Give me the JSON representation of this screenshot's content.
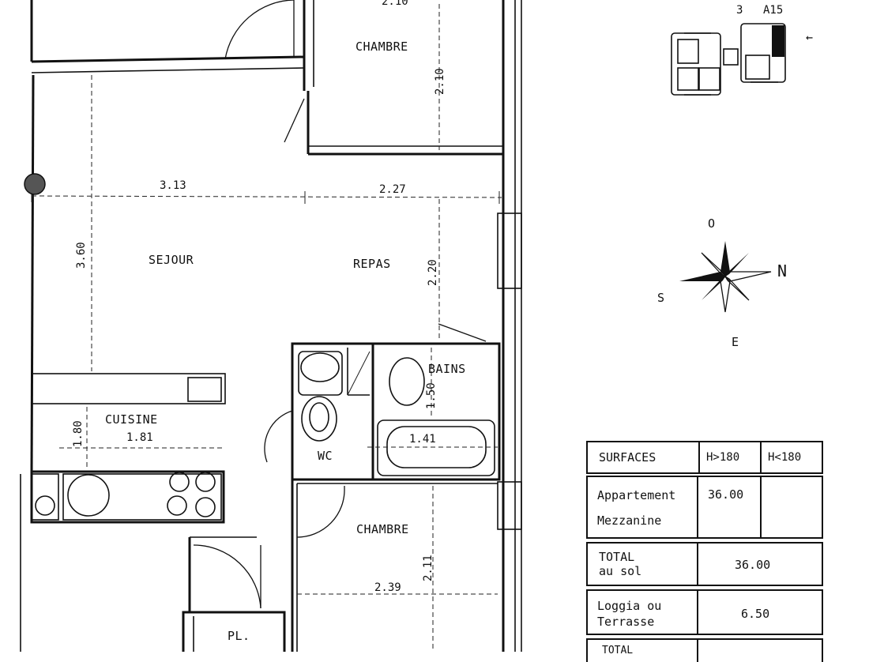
{
  "rooms": {
    "chambre_top": "CHAMBRE",
    "sejour": "SEJOUR",
    "repas": "REPAS",
    "cuisine": "CUISINE",
    "bains": "BAINS",
    "wc": "WC",
    "chambre_bottom": "CHAMBRE",
    "placard": "PL."
  },
  "dimensions": {
    "top_partial": "2.10",
    "chambre_top_height": "2.10",
    "sejour_width": "3.13",
    "repas_width": "2.27",
    "sejour_height": "3.60",
    "repas_height": "2.20",
    "cuisine_height": "1.80",
    "cuisine_width": "1.81",
    "bains_height": "1.50",
    "bath_width": "1.41",
    "chambre_bottom_height": "2.11",
    "chambre_bottom_width": "2.39"
  },
  "compass": {
    "north": "N",
    "south": "S",
    "east": "E",
    "west": "O"
  },
  "locator": {
    "unit": "A15",
    "floor_mark": "3",
    "arrow": "←"
  },
  "surfaces": {
    "header": {
      "label": "SURFACES",
      "col1": "H>180",
      "col2": "H<180"
    },
    "appartement": {
      "label": "Appartement",
      "value": "36.00"
    },
    "mezzanine": {
      "label": "Mezzanine",
      "value": ""
    },
    "total_sol": {
      "label_line1": "TOTAL",
      "label_line2": "au sol",
      "value": "36.00"
    },
    "loggia": {
      "label_line1": "Loggia ou",
      "label_line2": "Terrasse",
      "value": "6.50"
    },
    "total_bottom": {
      "label": "TOTAL"
    }
  }
}
